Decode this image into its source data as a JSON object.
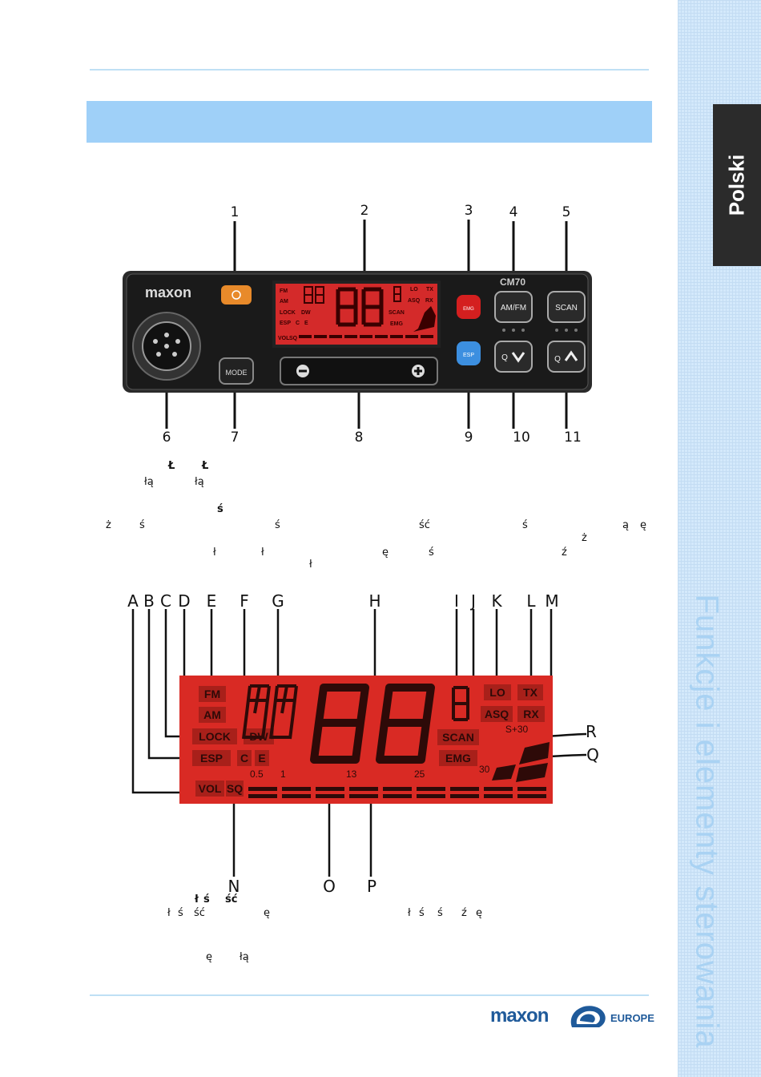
{
  "header": {
    "sidebar_language": "Polski",
    "sidebar_title": "Funkcje i elementy sterowania"
  },
  "radio": {
    "brand": "maxon",
    "model": "CM70",
    "buttons": {
      "emg": "EMG",
      "amfm": "AM/FM",
      "scan": "SCAN",
      "esp": "ESP",
      "mode": "MODE",
      "q_down": "Q",
      "q_up": "Q"
    },
    "small_lcd": {
      "fm": "FM",
      "am": "AM",
      "lock": "LOCK",
      "dw": "DW",
      "esp": "ESP",
      "c": "C",
      "e": "E",
      "lo": "LO",
      "tx": "TX",
      "asq": "ASQ",
      "rx": "RX",
      "scan": "SCAN",
      "emg": "EMG",
      "vol": "VOL",
      "sq": "SQ"
    }
  },
  "callouts_top": [
    "1",
    "2",
    "3",
    "4",
    "5",
    "6",
    "7",
    "8",
    "9",
    "10",
    "11"
  ],
  "text_fragments_1": [
    "Ł",
    "Ł",
    "łą",
    "łą",
    "ś",
    "ż",
    "ś",
    "ś",
    "ść",
    "ś",
    "ą",
    "ę",
    "ż",
    "ł",
    "ł",
    "ę",
    "ś",
    "ź",
    "ł"
  ],
  "lcd": {
    "fm": "FM",
    "am": "AM",
    "lock": "LOCK",
    "esp": "ESP",
    "vol": "VOL",
    "sq": "SQ",
    "dw": "DW",
    "c": "C",
    "e": "E",
    "lo": "LO",
    "tx": "TX",
    "asq": "ASQ",
    "rx": "RX",
    "scan": "SCAN",
    "emg": "EMG",
    "s30": "S+30",
    "scale": [
      "0.5",
      "1",
      "13",
      "25",
      "30"
    ]
  },
  "callouts_lcd_top": [
    "A",
    "B",
    "C",
    "D",
    "E",
    "F",
    "G",
    "H",
    "I",
    "J",
    "K",
    "L",
    "M"
  ],
  "callouts_lcd_side": [
    "R",
    "Q"
  ],
  "callouts_lcd_bottom": [
    "N",
    "O",
    "P"
  ],
  "text_fragments_2": [
    "ł",
    "ś",
    "ść",
    "ł",
    "ś",
    "ść",
    "ę",
    "ł",
    "ś",
    "ś",
    "ź",
    "ę",
    "ę",
    "łą"
  ],
  "footer": {
    "brand": "maxon",
    "brand_suffix": "EUROPE"
  }
}
